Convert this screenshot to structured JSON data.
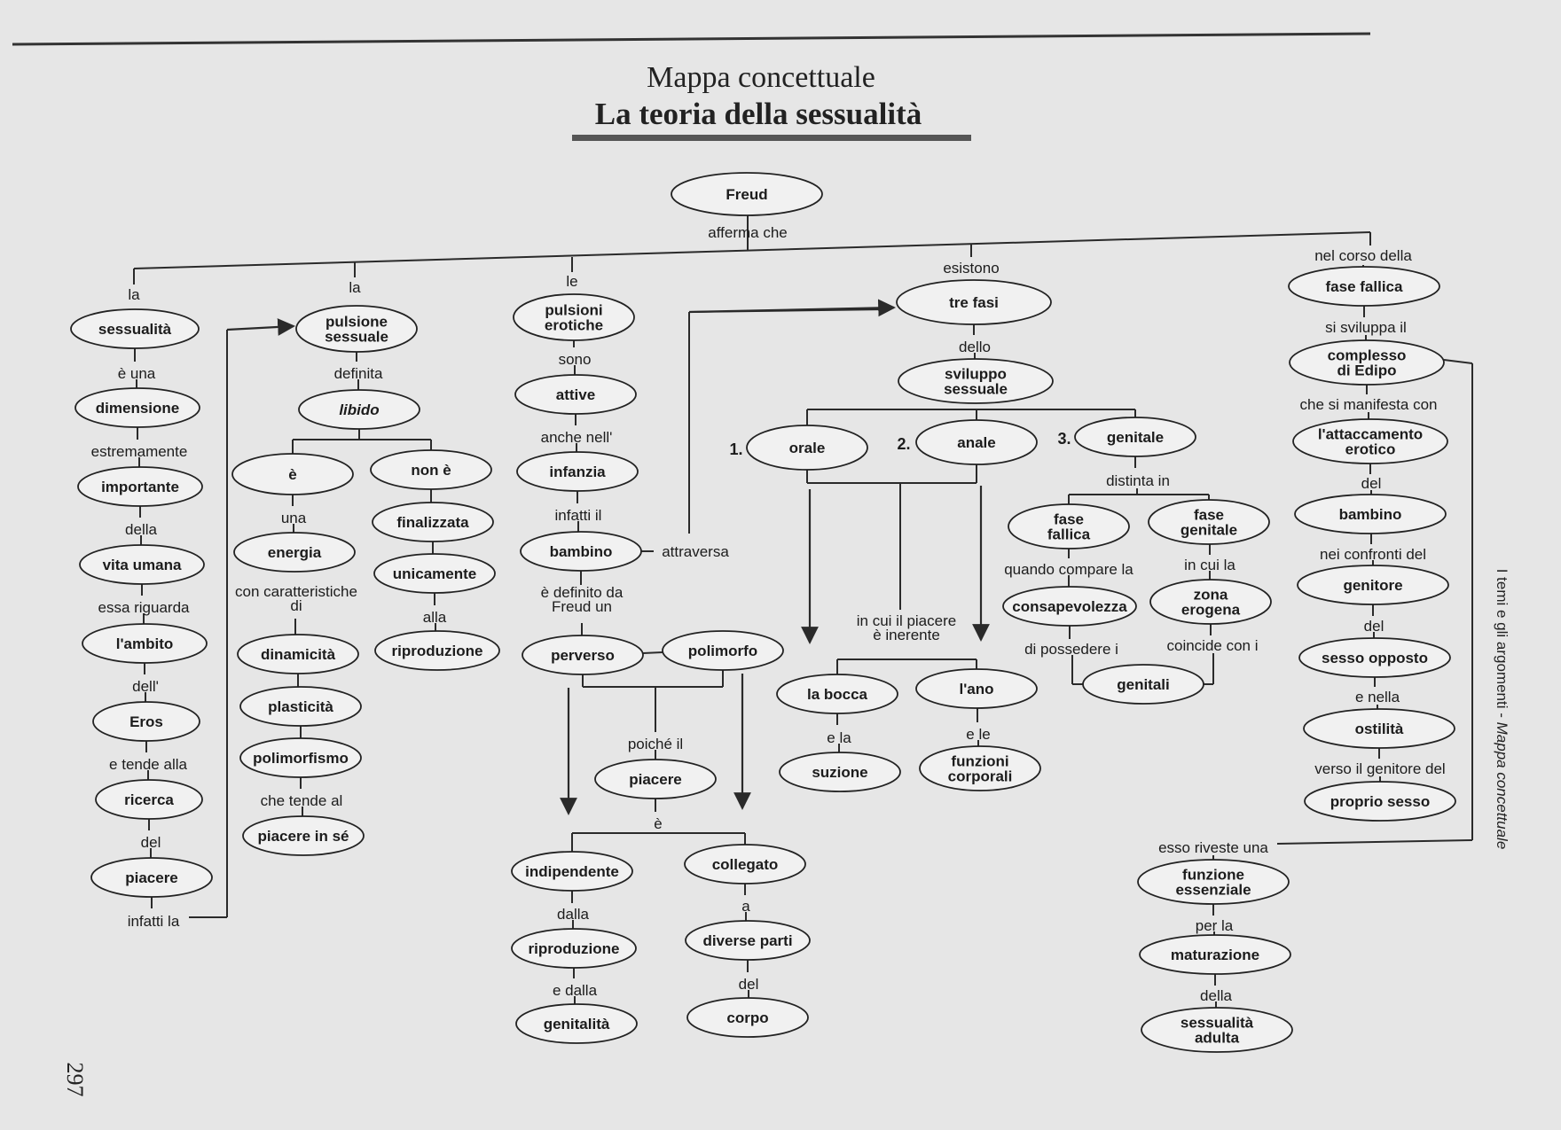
{
  "title": "Mappa concettuale",
  "subtitle": "La teoria della sessualità",
  "side_caption": {
    "main": "I temi e gli argomenti - ",
    "italic": "Mappa concettuale"
  },
  "page_number": "297",
  "stage_numbers": [
    "1.",
    "2.",
    "3."
  ],
  "nodes": {
    "freud": "Freud",
    "sessualita": "sessualità",
    "dimensione": "dimensione",
    "importante": "importante",
    "vita_umana": "vita umana",
    "ambito": "l'ambito",
    "eros": "Eros",
    "ricerca": "ricerca",
    "piacere1": "piacere",
    "pulsione": [
      "pulsione",
      "sessuale"
    ],
    "libido": "libido",
    "e_node": "è",
    "non_e": "non è",
    "energia": "energia",
    "finalizzata": "finalizzata",
    "unicamente": "unicamente",
    "dinamicita": "dinamicità",
    "riproduzione1": "riproduzione",
    "plasticita": "plasticità",
    "polimorfismo": "polimorfismo",
    "piacere_in_se": "piacere in sé",
    "pulsioni": [
      "pulsioni",
      "erotiche"
    ],
    "attive": "attive",
    "infanzia": "infanzia",
    "bambino1": "bambino",
    "perverso": "perverso",
    "polimorfo": "polimorfo",
    "piacere2": "piacere",
    "indipendente": "indipendente",
    "collegato": "collegato",
    "riproduzione2": "riproduzione",
    "diverse_parti": "diverse parti",
    "genitalita": "genitalità",
    "corpo": "corpo",
    "tre_fasi": "tre fasi",
    "sviluppo": [
      "sviluppo",
      "sessuale"
    ],
    "orale": "orale",
    "anale": "anale",
    "genitale": "genitale",
    "fase_fallica1": [
      "fase",
      "fallica"
    ],
    "fase_genitale": [
      "fase",
      "genitale"
    ],
    "consapevolezza": "consapevolezza",
    "zona_erogena": [
      "zona",
      "erogena"
    ],
    "genitali": "genitali",
    "bocca": "la bocca",
    "ano": "l'ano",
    "suzione": "suzione",
    "funzioni_corporali": [
      "funzioni",
      "corporali"
    ],
    "fase_fallica2": "fase fallica",
    "complesso": [
      "complesso",
      "di Edipo"
    ],
    "attaccamento": [
      "l'attaccamento",
      "erotico"
    ],
    "bambino2": "bambino",
    "genitore": "genitore",
    "sesso_opposto": "sesso opposto",
    "ostilita": "ostilità",
    "proprio_sesso": "proprio sesso",
    "funzione_essenziale": [
      "funzione",
      "essenziale"
    ],
    "maturazione": "maturazione",
    "sessualita_adulta": [
      "sessualità",
      "adulta"
    ]
  },
  "labels": {
    "afferma_che": "afferma che",
    "la1": "la",
    "la2": "la",
    "le": "le",
    "esistono": "esistono",
    "nel_corso_della": "nel corso della",
    "e_una": "è una",
    "estremamente": "estremamente",
    "della": "della",
    "essa_riguarda": "essa riguarda",
    "dell": "dell'",
    "e_tende_alla": "e tende alla",
    "del1": "del",
    "infatti_la": "infatti la",
    "definita": "definita",
    "una": "una",
    "con_caratteristiche": [
      "con caratteristiche",
      "di"
    ],
    "che_tende_al": "che tende al",
    "alla": "alla",
    "sono": "sono",
    "anche_nell": "anche nell'",
    "infatti_il": "infatti il",
    "attraversa": "attraversa",
    "e_definito": [
      "è definito da",
      "Freud un"
    ],
    "poiche_il": "poiché il",
    "e2": "è",
    "dalla": "dalla",
    "e_dalla": "e dalla",
    "a": "a",
    "del2": "del",
    "dello": "dello",
    "distinta_in": "distinta in",
    "quando_compare_la": "quando compare la",
    "in_cui_la": "in cui la",
    "di_possedere_i": "di possedere i",
    "coincide_con_i": "coincide con i",
    "in_cui_il_piacere": [
      "in cui il piacere",
      "è inerente"
    ],
    "e_la": "e la",
    "e_le": "e le",
    "si_sviluppa_il": "si sviluppa il",
    "che_si_manifesta_con": "che si manifesta con",
    "del3": "del",
    "nei_confronti_del": "nei confronti del",
    "del4": "del",
    "e_nella": "e nella",
    "verso_il_genitore_del": "verso il genitore del",
    "esso_riveste_una": "esso riveste una",
    "per_la": "per la",
    "della2": "della"
  }
}
